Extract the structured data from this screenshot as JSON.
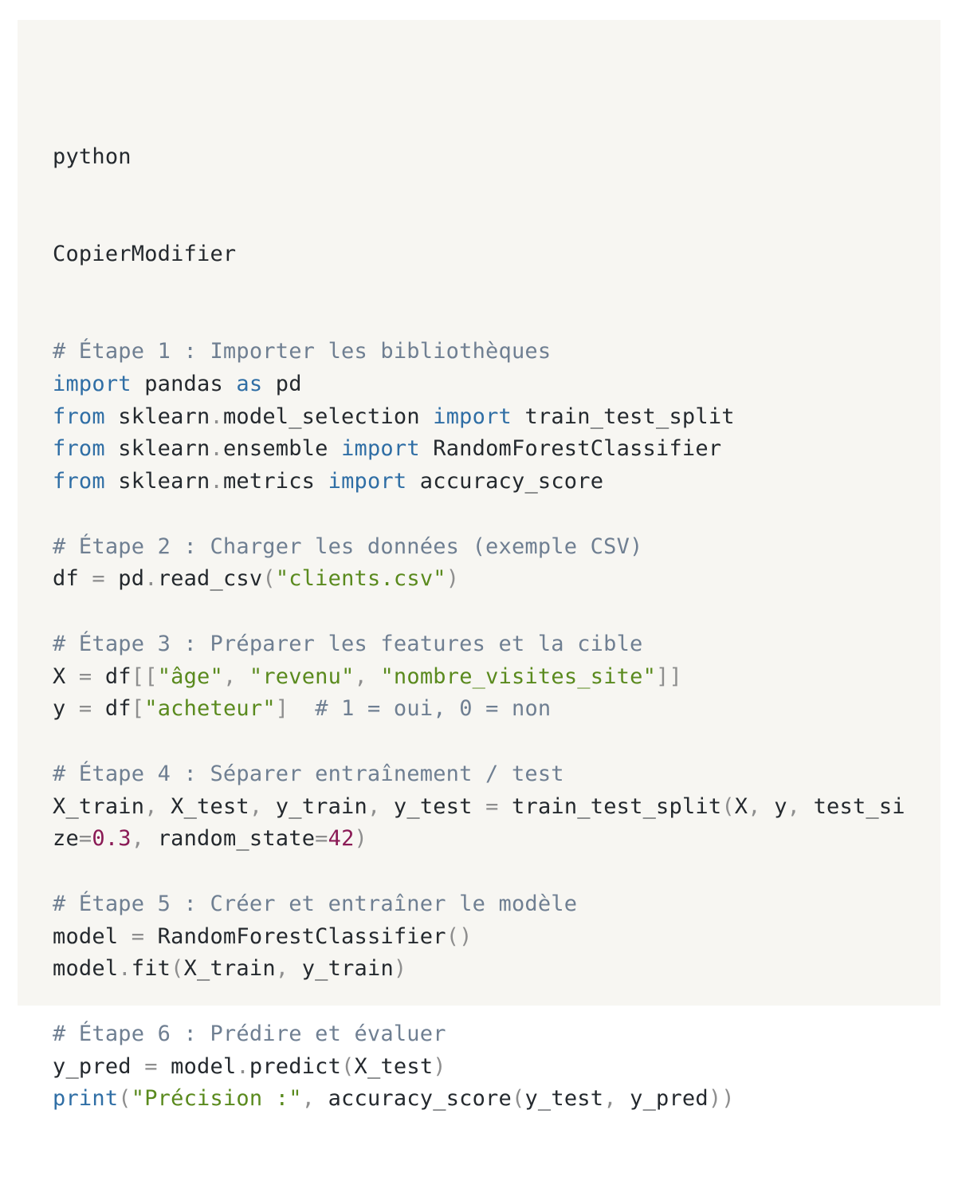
{
  "code_block": {
    "language_label": "python",
    "copy_edit_label": "CopierModifier",
    "lines": [
      [
        {
          "t": "cm",
          "v": "# Étape 1 : Importer les bibliothèques"
        }
      ],
      [
        {
          "t": "kw",
          "v": "import"
        },
        {
          "t": "tx",
          "v": " pandas "
        },
        {
          "t": "kw",
          "v": "as"
        },
        {
          "t": "tx",
          "v": " pd"
        }
      ],
      [
        {
          "t": "kw",
          "v": "from"
        },
        {
          "t": "tx",
          "v": " sklearn"
        },
        {
          "t": "pn",
          "v": "."
        },
        {
          "t": "tx",
          "v": "model_selection "
        },
        {
          "t": "kw",
          "v": "import"
        },
        {
          "t": "tx",
          "v": " train_test_split"
        }
      ],
      [
        {
          "t": "kw",
          "v": "from"
        },
        {
          "t": "tx",
          "v": " sklearn"
        },
        {
          "t": "pn",
          "v": "."
        },
        {
          "t": "tx",
          "v": "ensemble "
        },
        {
          "t": "kw",
          "v": "import"
        },
        {
          "t": "tx",
          "v": " RandomForestClassifier"
        }
      ],
      [
        {
          "t": "kw",
          "v": "from"
        },
        {
          "t": "tx",
          "v": " sklearn"
        },
        {
          "t": "pn",
          "v": "."
        },
        {
          "t": "tx",
          "v": "metrics "
        },
        {
          "t": "kw",
          "v": "import"
        },
        {
          "t": "tx",
          "v": " accuracy_score"
        }
      ],
      [],
      [
        {
          "t": "cm",
          "v": "# Étape 2 : Charger les données (exemple CSV)"
        }
      ],
      [
        {
          "t": "tx",
          "v": "df "
        },
        {
          "t": "pn",
          "v": "="
        },
        {
          "t": "tx",
          "v": " pd"
        },
        {
          "t": "pn",
          "v": "."
        },
        {
          "t": "tx",
          "v": "read_csv"
        },
        {
          "t": "pn",
          "v": "("
        },
        {
          "t": "st",
          "v": "\"clients.csv\""
        },
        {
          "t": "pn",
          "v": ")"
        }
      ],
      [],
      [
        {
          "t": "cm",
          "v": "# Étape 3 : Préparer les features et la cible"
        }
      ],
      [
        {
          "t": "tx",
          "v": "X "
        },
        {
          "t": "pn",
          "v": "="
        },
        {
          "t": "tx",
          "v": " df"
        },
        {
          "t": "pn",
          "v": "[["
        },
        {
          "t": "st",
          "v": "\"âge\""
        },
        {
          "t": "pn",
          "v": ", "
        },
        {
          "t": "st",
          "v": "\"revenu\""
        },
        {
          "t": "pn",
          "v": ", "
        },
        {
          "t": "st",
          "v": "\"nombre_visites_site\""
        },
        {
          "t": "pn",
          "v": "]]"
        }
      ],
      [
        {
          "t": "tx",
          "v": "y "
        },
        {
          "t": "pn",
          "v": "="
        },
        {
          "t": "tx",
          "v": " df"
        },
        {
          "t": "pn",
          "v": "["
        },
        {
          "t": "st",
          "v": "\"acheteur\""
        },
        {
          "t": "pn",
          "v": "]"
        },
        {
          "t": "tx",
          "v": "  "
        },
        {
          "t": "cm",
          "v": "# 1 = oui, 0 = non"
        }
      ],
      [],
      [
        {
          "t": "cm",
          "v": "# Étape 4 : Séparer entraînement / test"
        }
      ],
      [
        {
          "t": "tx",
          "v": "X_train"
        },
        {
          "t": "pn",
          "v": ", "
        },
        {
          "t": "tx",
          "v": "X_test"
        },
        {
          "t": "pn",
          "v": ", "
        },
        {
          "t": "tx",
          "v": "y_train"
        },
        {
          "t": "pn",
          "v": ", "
        },
        {
          "t": "tx",
          "v": "y_test "
        },
        {
          "t": "pn",
          "v": "="
        },
        {
          "t": "tx",
          "v": " train_test_split"
        },
        {
          "t": "pn",
          "v": "("
        },
        {
          "t": "tx",
          "v": "X"
        },
        {
          "t": "pn",
          "v": ", "
        },
        {
          "t": "tx",
          "v": "y"
        },
        {
          "t": "pn",
          "v": ", "
        },
        {
          "t": "tx",
          "v": "test_si"
        }
      ],
      [
        {
          "t": "tx",
          "v": "ze"
        },
        {
          "t": "pn",
          "v": "="
        },
        {
          "t": "nu",
          "v": "0.3"
        },
        {
          "t": "pn",
          "v": ", "
        },
        {
          "t": "tx",
          "v": "random_state"
        },
        {
          "t": "pn",
          "v": "="
        },
        {
          "t": "nu",
          "v": "42"
        },
        {
          "t": "pn",
          "v": ")"
        }
      ],
      [],
      [
        {
          "t": "cm",
          "v": "# Étape 5 : Créer et entraîner le modèle"
        }
      ],
      [
        {
          "t": "tx",
          "v": "model "
        },
        {
          "t": "pn",
          "v": "="
        },
        {
          "t": "tx",
          "v": " RandomForestClassifier"
        },
        {
          "t": "pn",
          "v": "()"
        }
      ],
      [
        {
          "t": "tx",
          "v": "model"
        },
        {
          "t": "pn",
          "v": "."
        },
        {
          "t": "tx",
          "v": "fit"
        },
        {
          "t": "pn",
          "v": "("
        },
        {
          "t": "tx",
          "v": "X_train"
        },
        {
          "t": "pn",
          "v": ", "
        },
        {
          "t": "tx",
          "v": "y_train"
        },
        {
          "t": "pn",
          "v": ")"
        }
      ],
      [],
      [
        {
          "t": "cm",
          "v": "# Étape 6 : Prédire et évaluer"
        }
      ],
      [
        {
          "t": "tx",
          "v": "y_pred "
        },
        {
          "t": "pn",
          "v": "="
        },
        {
          "t": "tx",
          "v": " model"
        },
        {
          "t": "pn",
          "v": "."
        },
        {
          "t": "tx",
          "v": "predict"
        },
        {
          "t": "pn",
          "v": "("
        },
        {
          "t": "tx",
          "v": "X_test"
        },
        {
          "t": "pn",
          "v": ")"
        }
      ],
      [
        {
          "t": "kw",
          "v": "print"
        },
        {
          "t": "pn",
          "v": "("
        },
        {
          "t": "st",
          "v": "\"Précision :\""
        },
        {
          "t": "pn",
          "v": ", "
        },
        {
          "t": "tx",
          "v": "accuracy_score"
        },
        {
          "t": "pn",
          "v": "("
        },
        {
          "t": "tx",
          "v": "y_test"
        },
        {
          "t": "pn",
          "v": ", "
        },
        {
          "t": "tx",
          "v": "y_pred"
        },
        {
          "t": "pn",
          "v": "))"
        }
      ]
    ]
  },
  "colors": {
    "keyword": "#2f6ea5",
    "comment": "#6f7f92",
    "string": "#5a8a1e",
    "number": "#8a1a55",
    "punctuation": "#8e8e8e",
    "text": "#24292e",
    "panel_background": "#f7f6f2"
  }
}
